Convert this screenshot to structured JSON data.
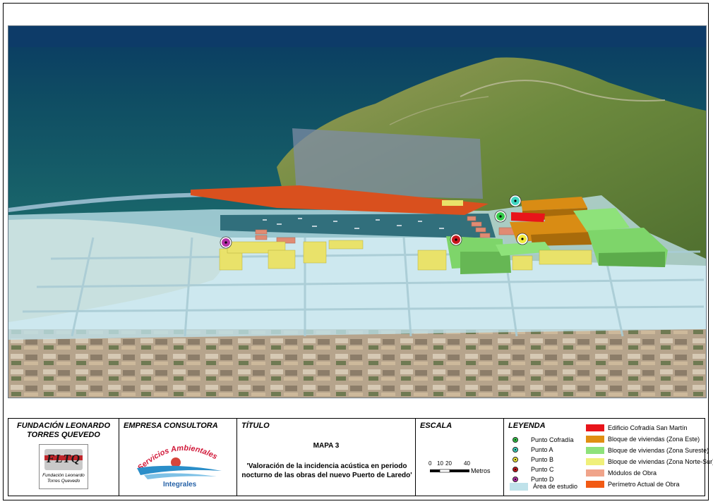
{
  "header": {
    "fundacion": "FUNDACIÓN LEONARDO TORRES QUEVEDO",
    "empresa": "EMPRESA CONSULTORA",
    "titulo": "TÍTULO",
    "escala": "ESCALA",
    "leyenda": "LEYENDA"
  },
  "logos": {
    "fltq_mark": "FLTQ",
    "fltq_sub": "Fundación Leonardo Torres Quevedo",
    "sai_line1": "Servicios Ambientales",
    "sai_line2": "Integrales"
  },
  "title": {
    "map_number": "MAPA 3",
    "description": "'Valoración de la incidencia acústica en periodo nocturno de las obras del nuevo Puerto de Laredo'"
  },
  "scale": {
    "ticks": [
      "0",
      "10",
      "20",
      "40"
    ],
    "unit": "Metros"
  },
  "legend": {
    "points": [
      {
        "label": "Punto Cofradía",
        "color": "#35c94a"
      },
      {
        "label": "Punto A",
        "color": "#3fd6c2"
      },
      {
        "label": "Punto B",
        "color": "#f2ea3a"
      },
      {
        "label": "Punto C",
        "color": "#c8161c"
      },
      {
        "label": "Punto D",
        "color": "#b530a8"
      }
    ],
    "area": {
      "label": "Área de estudio",
      "color": "#bfe2ea"
    },
    "categories": [
      {
        "label": "Edificio Cofradía San Martín",
        "color": "#e8141a"
      },
      {
        "label": "Bloque de viviendas (Zona Este)",
        "color": "#e08f12"
      },
      {
        "label": "Bloque de viviendas (Zona Sureste)",
        "color": "#8ee27a"
      },
      {
        "label": "Bloque de viviendas (Zona Norte-Sur)",
        "color": "#f0f07a"
      },
      {
        "label": "Módulos de Obra",
        "color": "#f0a48a"
      },
      {
        "label": "Perímetro Actual de Obra",
        "color": "#f25a14"
      }
    ]
  },
  "map_points": [
    {
      "id": "cofradia",
      "color": "#35c94a"
    },
    {
      "id": "a",
      "color": "#3fd6c2"
    },
    {
      "id": "b",
      "color": "#f2ea3a"
    },
    {
      "id": "c",
      "color": "#c8161c"
    },
    {
      "id": "d",
      "color": "#b530a8"
    }
  ]
}
